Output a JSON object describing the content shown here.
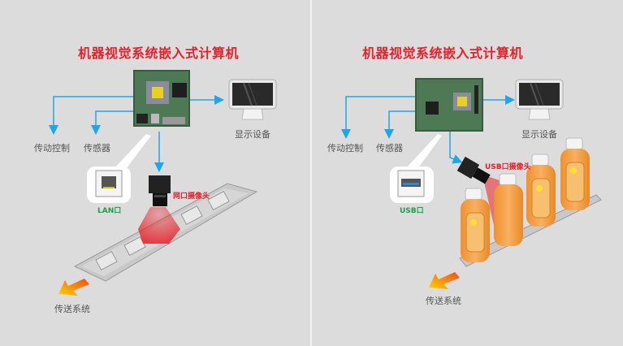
{
  "left": {
    "title": "机器视觉系统嵌入式计算机",
    "labels": {
      "actuator": "传动控制",
      "sensor": "传感器",
      "display": "显示设备",
      "port": "LAN口",
      "camera": "网口摄像头",
      "conveyor": "传送系统"
    }
  },
  "right": {
    "title": "机器视觉系统嵌入式计算机",
    "labels": {
      "actuator": "传动控制",
      "sensor": "传感器",
      "display": "显示设备",
      "port": "USB口",
      "camera": "USB口摄像头",
      "conveyor": "传送系统"
    }
  },
  "colors": {
    "background": "#dcdcdc",
    "title": "#e8202a",
    "arrow": "#1ea7e8",
    "port_label": "#1aa04a",
    "bottle": "#f5a347"
  },
  "icons": [
    "motherboard-icon",
    "monitor-icon",
    "lan-port-icon",
    "usb-port-icon",
    "camera-icon",
    "conveyor-arrow-icon"
  ]
}
